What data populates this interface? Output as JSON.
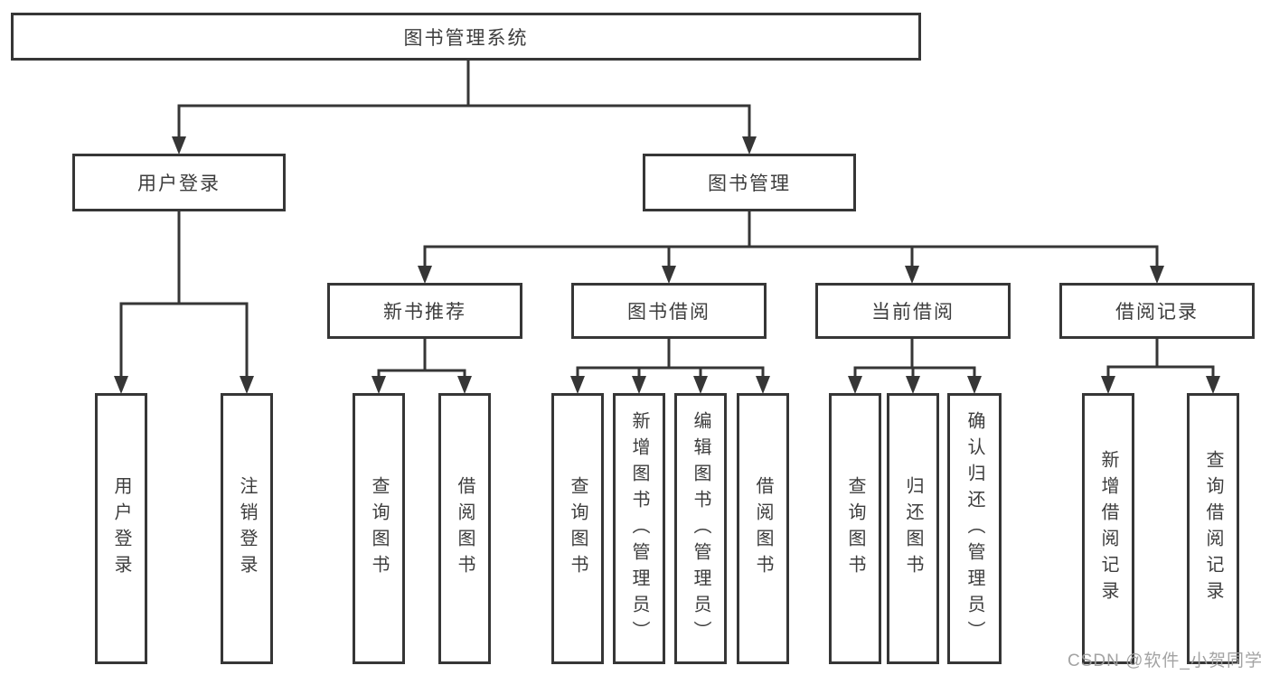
{
  "tree": {
    "root": {
      "label": "图书管理系统"
    },
    "branches": [
      {
        "label": "用户登录",
        "children": [
          {
            "label": "用户登录"
          },
          {
            "label": "注销登录"
          }
        ]
      },
      {
        "label": "图书管理",
        "children": [
          {
            "label": "新书推荐",
            "children": [
              {
                "label": "查询图书"
              },
              {
                "label": "借阅图书"
              }
            ]
          },
          {
            "label": "图书借阅",
            "children": [
              {
                "label": "查询图书"
              },
              {
                "label": "新增图书（管理员）"
              },
              {
                "label": "编辑图书（管理员）"
              },
              {
                "label": "借阅图书"
              }
            ]
          },
          {
            "label": "当前借阅",
            "children": [
              {
                "label": "查询图书"
              },
              {
                "label": "归还图书"
              },
              {
                "label": "确认归还（管理员）"
              }
            ]
          },
          {
            "label": "借阅记录",
            "children": [
              {
                "label": "新增借阅记录"
              },
              {
                "label": "查询借阅记录"
              }
            ]
          }
        ]
      }
    ]
  },
  "watermark": {
    "text": "CSDN @软件_小贺同学"
  },
  "colors": {
    "line": "#363636",
    "box_border": "#363636",
    "box_fill": "#ffffff",
    "text": "#3d3d3d",
    "watermark": "#9e9e9e",
    "background": "#ffffff"
  }
}
